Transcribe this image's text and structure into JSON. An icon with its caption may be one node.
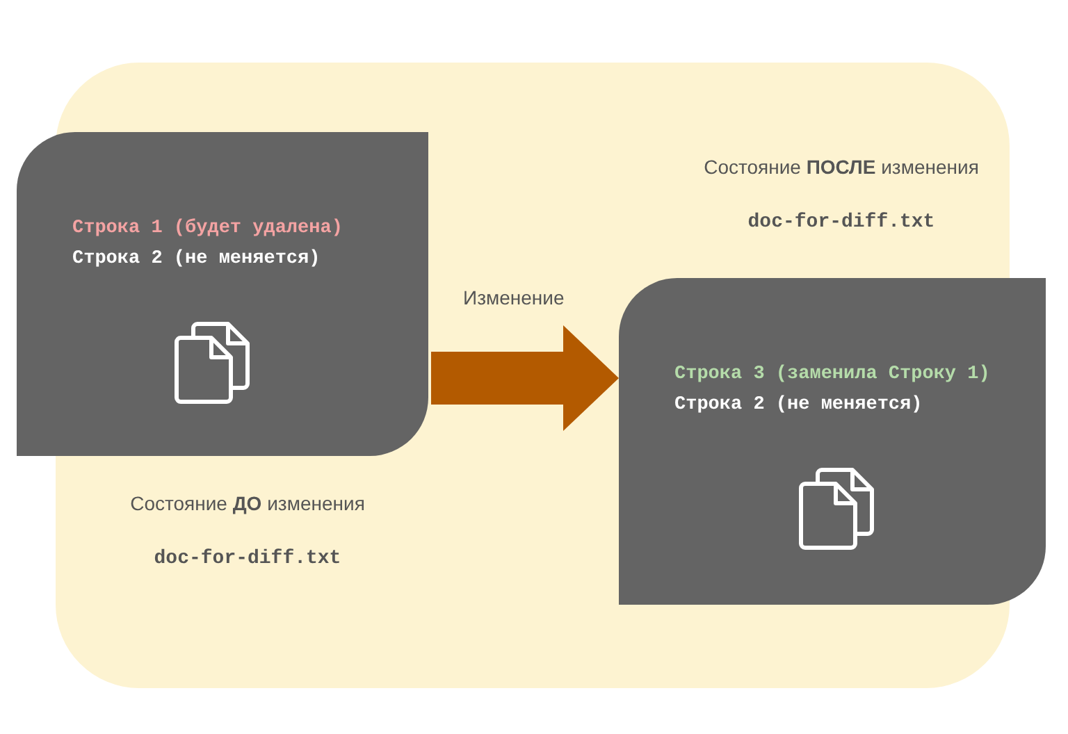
{
  "diagram": {
    "nodes": [
      {
        "text": [
          "Строка 1 (будет удалена)",
          "Строка 2 (не меняется)"
        ],
        "beside": [
          "Состояние **ДО** изменения",
          "doc-for-diff.txt"
        ]
      },
      {
        "text": [
          "Строка 3 (заменила Строку 1)",
          "Строка 2 (не меняется)"
        ],
        "beside": [
          "Состояние **ПОСЛЕ** изменения",
          "doc-for-diff.txt"
        ]
      }
    ],
    "edges": [
      {
        "from": 0,
        "to": 1,
        "arrow": "to",
        "label": "Изменение",
        "color": "#b35a00"
      }
    ]
  }
}
